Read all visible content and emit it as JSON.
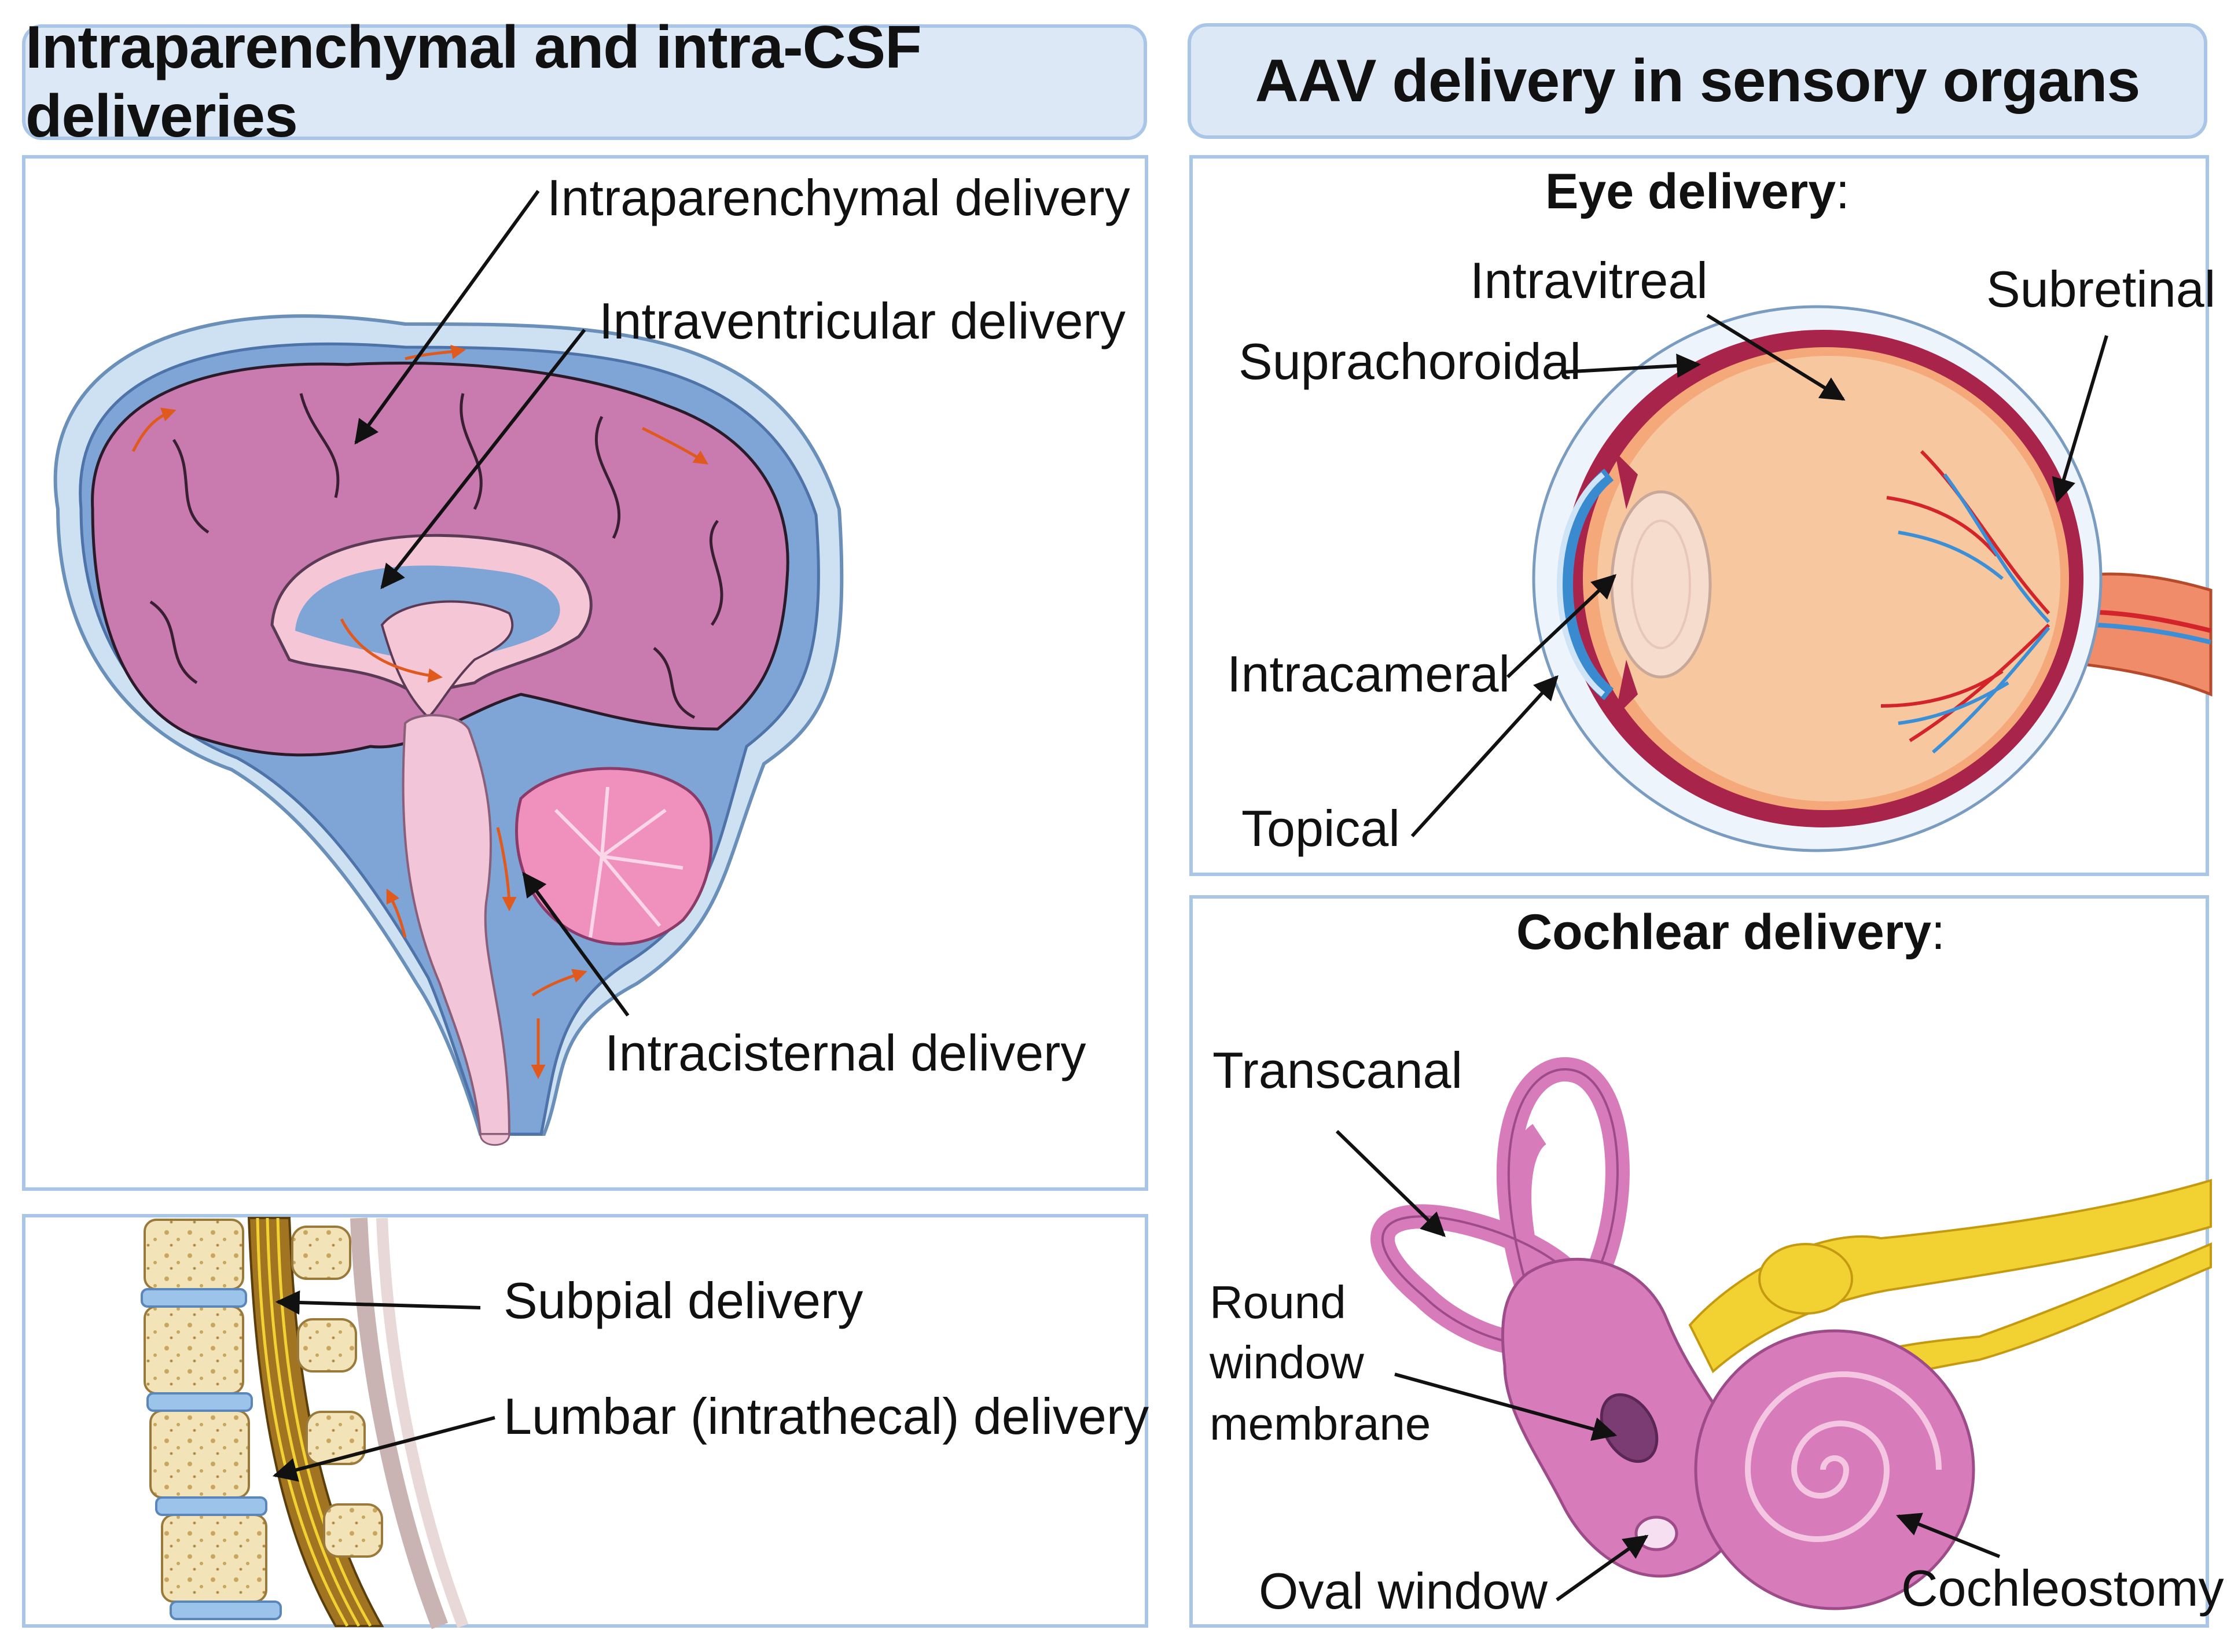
{
  "headers": {
    "left": "Intraparenchymal and intra-CSF deliveries",
    "right": "AAV delivery in sensory organs"
  },
  "brain": {
    "intraparenchymal": "Intraparenchymal delivery",
    "intraventricular": "Intraventricular delivery",
    "intracisternal": "Intracisternal delivery"
  },
  "spine": {
    "subpial": "Subpial delivery",
    "lumbar": "Lumbar (intrathecal) delivery"
  },
  "eye": {
    "title": "Eye delivery",
    "colon": ":",
    "intravitreal": "Intravitreal",
    "subretinal": "Subretinal",
    "suprachoroidal": "Suprachoroidal",
    "intracameral": "Intracameral",
    "topical": "Topical"
  },
  "cochlea": {
    "title": "Cochlear delivery",
    "colon": ":",
    "transcanal": "Transcanal",
    "round_window_1": "Round",
    "round_window_2": "window",
    "round_window_3": "membrane",
    "oval_window": "Oval window",
    "cochleostomy": "Cochleostomy"
  },
  "colors": {
    "header_fill": "#dce8f5",
    "panel_border": "#a9c6e6",
    "brain_tissue": "#c97bb0",
    "csf": "#7fa4d6",
    "flow_arrow": "#e05a1e",
    "cochlea": "#d77bbb",
    "nerve": "#f2d233"
  }
}
